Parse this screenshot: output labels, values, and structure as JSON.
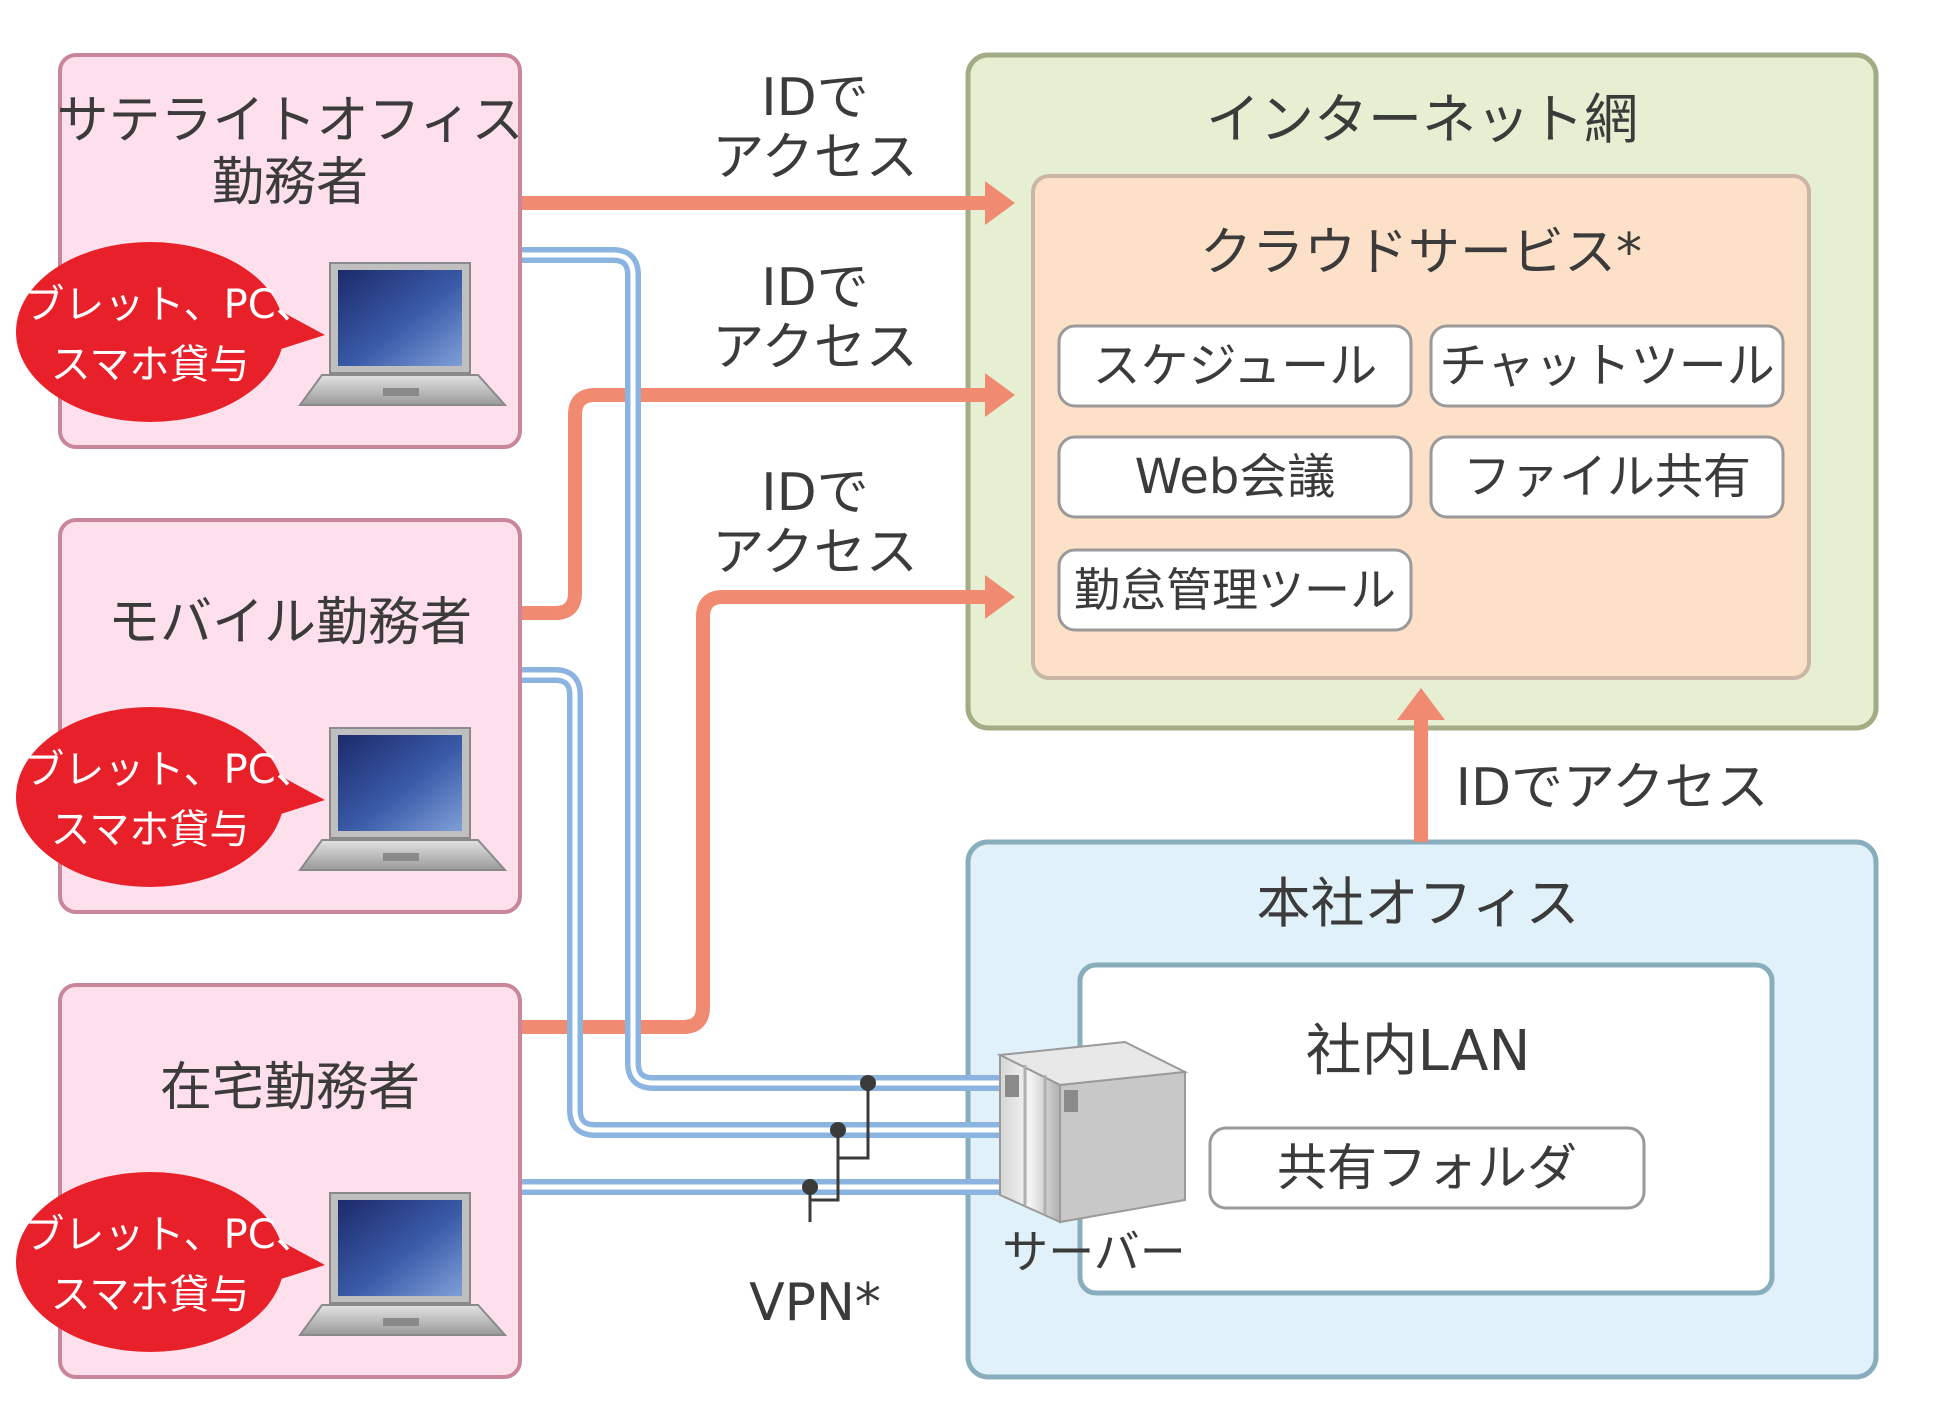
{
  "workers": [
    {
      "name_line1": "サテライトオフィス",
      "name_line2": "勤務者",
      "bubble_line1": "タブレット、PC、",
      "bubble_line2": "スマホ貸与"
    },
    {
      "name_line1": "モバイル勤務者",
      "name_line2": "",
      "bubble_line1": "タブレット、PC、",
      "bubble_line2": "スマホ貸与"
    },
    {
      "name_line1": "在宅勤務者",
      "name_line2": "",
      "bubble_line1": "タブレット、PC、",
      "bubble_line2": "スマホ貸与"
    }
  ],
  "access_labels": [
    {
      "line1": "IDで",
      "line2": "アクセス"
    },
    {
      "line1": "IDで",
      "line2": "アクセス"
    },
    {
      "line1": "IDで",
      "line2": "アクセス"
    }
  ],
  "internet": {
    "title": "インターネット網",
    "cloud_title": "クラウドサービス*",
    "tools": [
      "スケジュール",
      "チャットツール",
      "Web会議",
      "ファイル共有",
      "勤怠管理ツール"
    ]
  },
  "hq_access_label": "IDでアクセス",
  "hq": {
    "title": "本社オフィス",
    "lan_title": "社内LAN",
    "folder": "共有フォルダ",
    "server_label": "サーバー"
  },
  "vpn_label": "VPN*",
  "colors": {
    "worker_fill": "#fde0ec",
    "worker_border": "#c9869a",
    "bubble": "#e8202a",
    "internet_fill": "#e6efd2",
    "internet_border": "#a2ad86",
    "cloud_fill": "#fde0c8",
    "cloud_border": "#c9b6a6",
    "hq_fill": "#e1f1fa",
    "hq_border": "#88aebe",
    "access_arrow": "#f08a70",
    "vpn_line": "#8cb4e0"
  }
}
